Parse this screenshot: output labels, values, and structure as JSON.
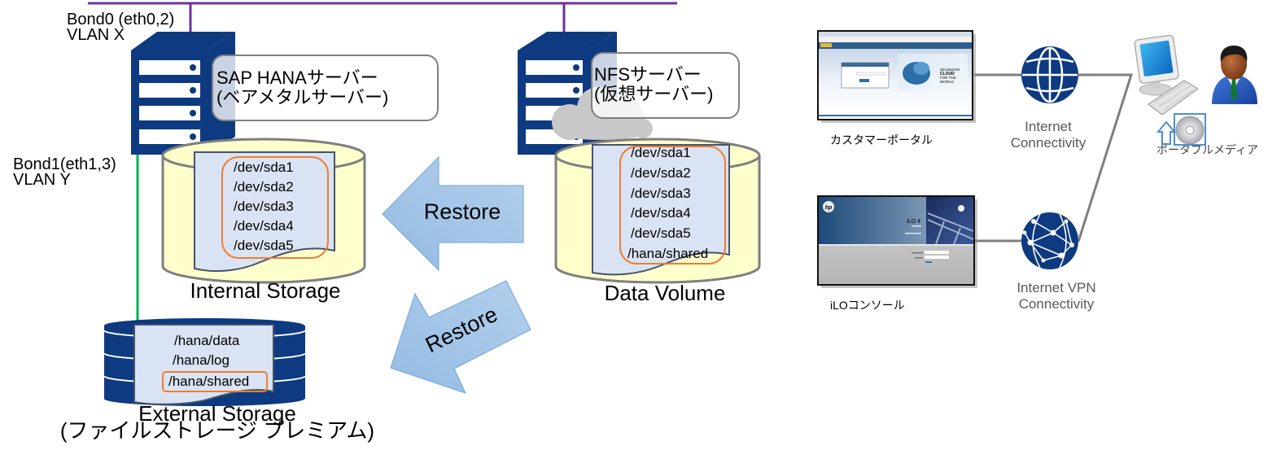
{
  "colors": {
    "navy": "#0D3A80",
    "vlan_x": "#7030A0",
    "vlan_y": "#00B050",
    "cylinder": "#FFFFCC",
    "document": "#DAE3F3",
    "highlight": "#ED7D31",
    "arrow": "#9DC3E6",
    "link_gray": "#7F7F7F"
  },
  "network": {
    "bond0_label": "Bond0 (eth0,2)",
    "vlan_x_label": "VLAN X",
    "bond1_label": "Bond1(eth1,3)",
    "vlan_y_label": "VLAN Y"
  },
  "sap_server": {
    "line1": "SAP HANAサーバー",
    "line2": "(ベアメタルサーバー)"
  },
  "nfs_server": {
    "line1": "NFSサーバー",
    "line2": "(仮想サーバー)"
  },
  "internal_storage": {
    "label": "Internal Storage",
    "entries": [
      "/dev/sda1",
      "/dev/sda2",
      "/dev/sda3",
      "/dev/sda4",
      "/dev/sda5"
    ]
  },
  "data_volume": {
    "label": "Data Volume",
    "entries": [
      "/dev/sda1",
      "/dev/sda2",
      "/dev/sda3",
      "/dev/sda4",
      "/dev/sda5",
      "/hana/shared"
    ]
  },
  "external_storage": {
    "label": "External Storage",
    "sublabel": "(ファイルストレージ プレミアム)",
    "entries": [
      "/hana/data",
      "/hana/log",
      "/hana/shared"
    ]
  },
  "arrows": [
    {
      "label": "Restore",
      "from": "Data Volume",
      "to": "Internal Storage"
    },
    {
      "label": "Restore",
      "from": "Data Volume",
      "to": "External Storage"
    }
  ],
  "access": {
    "portal": {
      "label": "カスタマーポータル",
      "screenshot_text": [
        "SEAMLESS",
        "CLOUD",
        "FOR THE",
        "WORLD"
      ]
    },
    "internet": {
      "line1": "Internet",
      "line2": "Connectivity"
    },
    "ilo": {
      "label": "iLOコンソール",
      "logo_text": "hp",
      "screenshot_title": "iLO 4"
    },
    "vpn": {
      "line1": "Internet VPN",
      "line2": "Connectivity"
    },
    "media": {
      "label": "ポータブルメディア"
    }
  }
}
